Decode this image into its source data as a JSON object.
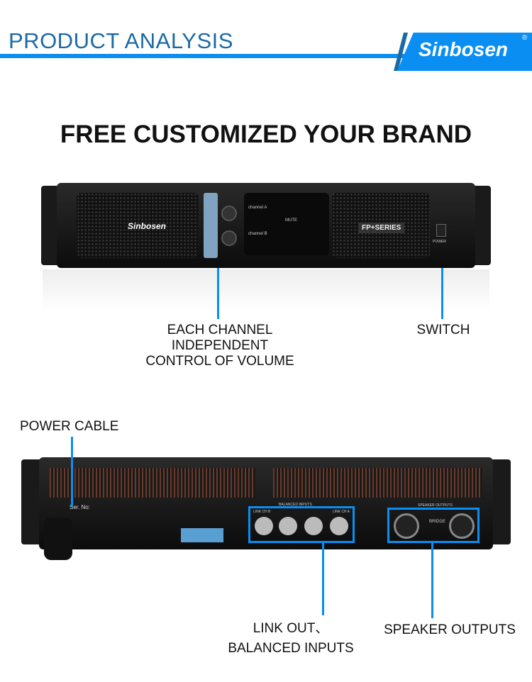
{
  "header": {
    "title": "PRODUCT ANALYSIS",
    "brand_logo": "Sinbosen",
    "registered": "®"
  },
  "headline": "FREE CUSTOMIZED YOUR BRAND",
  "front_panel": {
    "brand": "Sinbosen",
    "series": "FP+SERIES",
    "power_label": "POWER",
    "channel_a": "channel A",
    "channel_b": "channel B",
    "mute": "MUTE"
  },
  "callouts": {
    "volume": [
      "EACH CHANNEL",
      "INDEPENDENT",
      "CONTROL OF VOLUME"
    ],
    "switch": "SWITCH",
    "power_cable": "POWER CABLE",
    "inputs": [
      "LINK OUT、",
      "BALANCED INPUTS"
    ],
    "speaker": "SPEAKER OUTPUTS"
  },
  "rear_panel": {
    "serial": "Ser. No:",
    "balanced_inputs": "BALANCED INPUTS",
    "link_b": "LINK CH B",
    "link_a": "LINK CH A",
    "speaker_outputs": "SPEAKER OUTPUTS",
    "bridge": "BRIDGE"
  },
  "colors": {
    "accent": "#0a8ef2",
    "title": "#1b6aa5"
  }
}
